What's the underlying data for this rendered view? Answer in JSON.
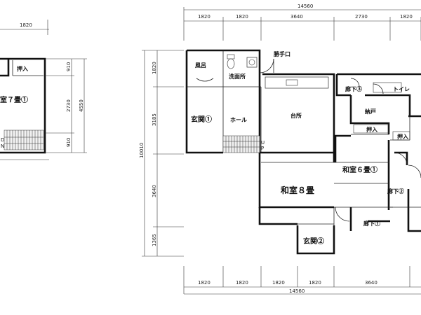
{
  "left_plan": {
    "top_dim": "1820",
    "dims_right": [
      "910",
      "2730",
      "910"
    ],
    "dim_total": "4550",
    "room_main": "室７畳①",
    "closet": "押入",
    "stair_letters": "D\nN"
  },
  "main_plan": {
    "top_total": "14560",
    "top_dims": [
      "1820",
      "1820",
      "3640",
      "2730",
      "1820"
    ],
    "bottom_dims": [
      "1820",
      "1820",
      "1820",
      "1820",
      "3640"
    ],
    "bottom_total": "14560",
    "left_total": "10010",
    "left_dims": [
      "1820",
      "3185",
      "3640",
      "1365"
    ],
    "rooms": {
      "bath": "風呂",
      "washroom": "洗面所",
      "back_door": "勝手口",
      "entrance1": "玄関①",
      "hall": "ホール",
      "kitchen": "台所",
      "corridor3": "廊下③",
      "toilet": "トイレ",
      "storage": "納戸",
      "closet": "押入",
      "closet2": "押入",
      "washitsu6": "和室６畳①",
      "washitsu8": "和室８畳",
      "corridor2": "廊下②",
      "corridor1": "廊下①",
      "entrance2": "玄関②",
      "stair_up": "U\nP"
    }
  }
}
